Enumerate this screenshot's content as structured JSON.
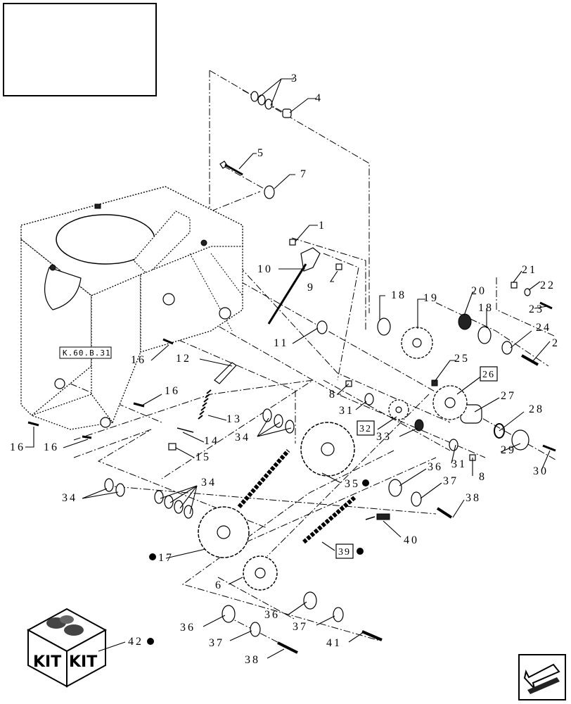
{
  "diagram": {
    "frame_reference": "K.60.B.31",
    "kit_labels": [
      "KIT",
      "KIT"
    ],
    "callouts": [
      {
        "id": "c1",
        "text": "1"
      },
      {
        "id": "c2",
        "text": "2"
      },
      {
        "id": "c3",
        "text": "3"
      },
      {
        "id": "c4",
        "text": "4"
      },
      {
        "id": "c5",
        "text": "5"
      },
      {
        "id": "c6",
        "text": "6"
      },
      {
        "id": "c7",
        "text": "7"
      },
      {
        "id": "c8a",
        "text": "8"
      },
      {
        "id": "c8b",
        "text": "8"
      },
      {
        "id": "c9",
        "text": "9"
      },
      {
        "id": "c10",
        "text": "10"
      },
      {
        "id": "c11",
        "text": "11"
      },
      {
        "id": "c12",
        "text": "12"
      },
      {
        "id": "c13",
        "text": "13"
      },
      {
        "id": "c14",
        "text": "14"
      },
      {
        "id": "c15",
        "text": "15"
      },
      {
        "id": "c16a",
        "text": "16"
      },
      {
        "id": "c16b",
        "text": "16"
      },
      {
        "id": "c16c",
        "text": "16"
      },
      {
        "id": "c16d",
        "text": "16"
      },
      {
        "id": "c17",
        "text": "17",
        "dot": true
      },
      {
        "id": "c18a",
        "text": "18"
      },
      {
        "id": "c18b",
        "text": "18"
      },
      {
        "id": "c19",
        "text": "19"
      },
      {
        "id": "c20",
        "text": "20"
      },
      {
        "id": "c21",
        "text": "21"
      },
      {
        "id": "c22",
        "text": "22"
      },
      {
        "id": "c23",
        "text": "23"
      },
      {
        "id": "c24",
        "text": "24"
      },
      {
        "id": "c25",
        "text": "25"
      },
      {
        "id": "c26",
        "text": "26",
        "boxed": true
      },
      {
        "id": "c27",
        "text": "27"
      },
      {
        "id": "c28",
        "text": "28"
      },
      {
        "id": "c29",
        "text": "29"
      },
      {
        "id": "c30",
        "text": "30"
      },
      {
        "id": "c31a",
        "text": "31"
      },
      {
        "id": "c31b",
        "text": "31"
      },
      {
        "id": "c32",
        "text": "32",
        "boxed": true
      },
      {
        "id": "c33",
        "text": "33"
      },
      {
        "id": "c34a",
        "text": "34"
      },
      {
        "id": "c34b",
        "text": "34"
      },
      {
        "id": "c34c",
        "text": "34"
      },
      {
        "id": "c35",
        "text": "35",
        "dot": true
      },
      {
        "id": "c36a",
        "text": "36"
      },
      {
        "id": "c36b",
        "text": "36"
      },
      {
        "id": "c36c",
        "text": "36"
      },
      {
        "id": "c37a",
        "text": "37"
      },
      {
        "id": "c37b",
        "text": "37"
      },
      {
        "id": "c37c",
        "text": "37"
      },
      {
        "id": "c38a",
        "text": "38"
      },
      {
        "id": "c38b",
        "text": "38"
      },
      {
        "id": "c39",
        "text": "39",
        "boxed": true,
        "dot": true
      },
      {
        "id": "c40",
        "text": "40"
      },
      {
        "id": "c41",
        "text": "41"
      },
      {
        "id": "c42",
        "text": "42",
        "dot": true
      }
    ]
  }
}
